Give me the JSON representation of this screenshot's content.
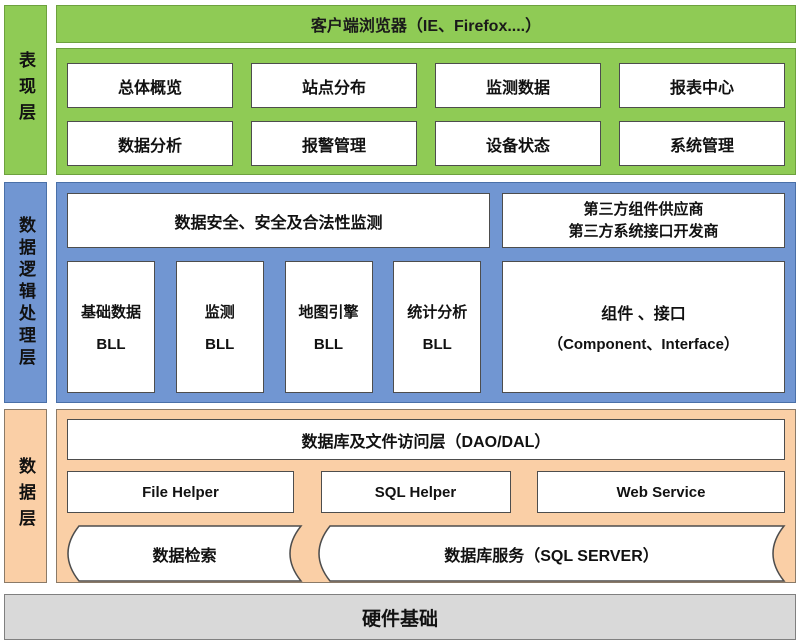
{
  "colors": {
    "green": "#8fcb55",
    "green_border": "#6da13e",
    "blue": "#7196d2",
    "blue_border": "#4a70a8",
    "orange": "#facfa6",
    "orange_border": "#8a7a68",
    "gray": "#d9d9d9",
    "gray_border": "#808080",
    "box_border": "#4d4d4d",
    "text": "#1a1a1a"
  },
  "layers": {
    "presentation": {
      "label": "表现层",
      "browser_bar": "客户端浏览器（IE、Firefox....）",
      "modules": [
        "总体概览",
        "站点分布",
        "监测数据",
        "报表中心",
        "数据分析",
        "报警管理",
        "设备状态",
        "系统管理"
      ]
    },
    "business": {
      "label": "数据逻辑处理层",
      "security_box": "数据安全、安全及合法性监测",
      "third_party": {
        "line1": "第三方组件供应商",
        "line2": "第三方系统接口开发商"
      },
      "bll": [
        {
          "line1": "基础数据",
          "line2": "BLL"
        },
        {
          "line1": "监测",
          "line2": "BLL"
        },
        {
          "line1": "地图引擎",
          "line2": "BLL"
        },
        {
          "line1": "统计分析",
          "line2": "BLL"
        }
      ],
      "component": {
        "line1": "组件 、接口",
        "line2": "（Component、Interface）"
      }
    },
    "data": {
      "label": "数据层",
      "dao_bar": "数据库及文件访问层（DAO/DAL）",
      "helpers": [
        "File Helper",
        "SQL Helper",
        "Web Service"
      ],
      "storage": [
        "数据检索",
        "数据库服务（SQL SERVER）"
      ]
    },
    "hardware": {
      "label": "硬件基础"
    }
  }
}
